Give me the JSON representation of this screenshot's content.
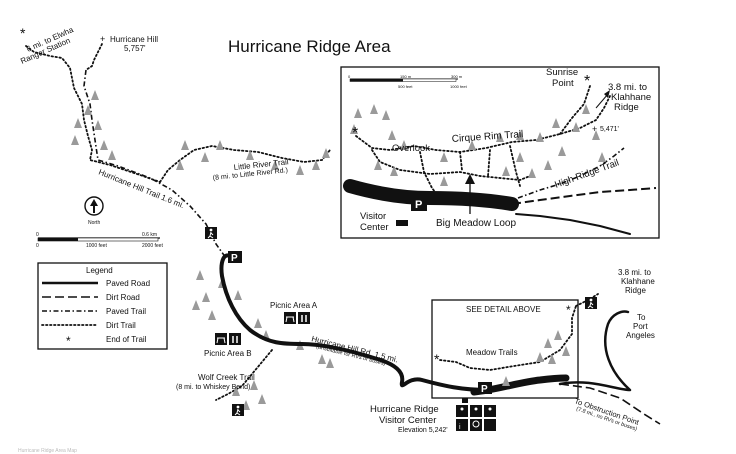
{
  "title": "Hurricane Ridge Area",
  "places": {
    "hurricane_hill": "Hurricane Hill",
    "hurricane_hill_elev": "5,757'",
    "elwha_line1": "6 mi. to Elwha",
    "elwha_line2": "Ranger Station",
    "little_river_line1": "Little River Trail",
    "little_river_line2": "(8 mi. to Little River Rd.)",
    "hurricane_hill_trail": "Hurricane Hill Trail 1.6 mi.",
    "picnic_a": "Picnic Area A",
    "picnic_b": "Picnic Area B",
    "hill_rd_line1": "Hurricane Hill Rd. 1.5 mi.",
    "hill_rd_line2": "(unsuitable for RVs or buses)",
    "wolf_creek_line1": "Wolf Creek Trail",
    "wolf_creek_line2": "(8 mi. to Whiskey Bend)",
    "visitor_center_line1": "Hurricane Ridge",
    "visitor_center_line2": "Visitor Center",
    "visitor_center_elev": "Elevation 5,242'",
    "klahhane_line1": "3.8 mi. to",
    "klahhane_line2": "Klahhane",
    "klahhane_line3": "Ridge",
    "port_line1": "To",
    "port_line2": "Port",
    "port_line3": "Angeles",
    "obstruction_line1": "To Obstruction Point",
    "obstruction_line2": "(7.8 mi., no RVs or buses)",
    "see_detail": "SEE DETAIL ABOVE",
    "meadow_trails": "Meadow Trails"
  },
  "inset": {
    "sunrise_line1": "Sunrise",
    "sunrise_line2": "Point",
    "klahhane_line1": "3.8 mi. to",
    "klahhane_line2": "Klahhane",
    "klahhane_line3": "Ridge",
    "peak_elev": "5,471'",
    "overlook": "Overlook",
    "cirque_rim": "Cirque Rim Trail",
    "high_ridge": "High Ridge Trail",
    "visitor_line1": "Visitor",
    "visitor_line2": "Center",
    "big_meadow": "Big Meadow Loop",
    "scale_top_0": "0",
    "scale_top_1": "150 m",
    "scale_top_2": "300 m",
    "scale_bot_1": "500 feet",
    "scale_bot_2": "1000 feet"
  },
  "scale": {
    "zero_top": "0",
    "km": "0.6 km",
    "zero_bot": "0",
    "ft1": "1000 feet",
    "ft2": "2000 feet"
  },
  "north_label": "North",
  "parking_symbol": "P",
  "legend": {
    "title": "Legend",
    "items": [
      {
        "key": "paved_road",
        "label": "Paved Road"
      },
      {
        "key": "dirt_road",
        "label": "Dirt Road"
      },
      {
        "key": "paved_trail",
        "label": "Paved Trail"
      },
      {
        "key": "dirt_trail",
        "label": "Dirt Trail"
      },
      {
        "key": "end_of_trail",
        "label": "End of Trail"
      }
    ]
  },
  "bottom_text": "Hurricane Ridge Area Map"
}
